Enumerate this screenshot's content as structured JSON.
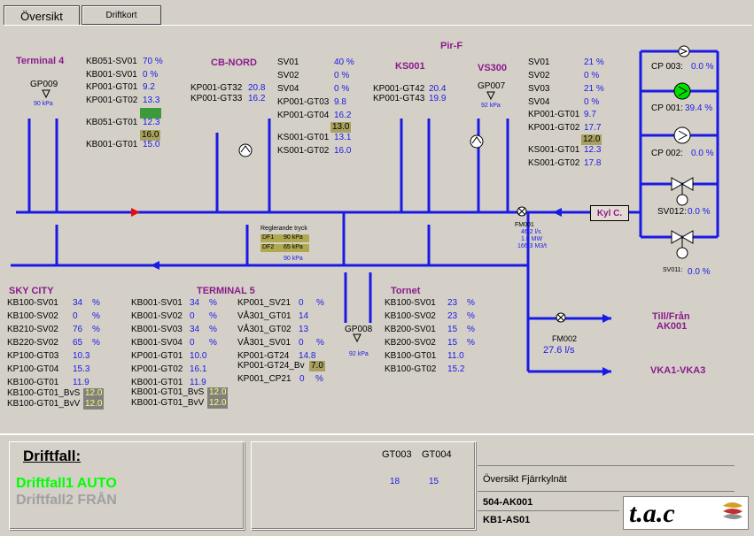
{
  "tabs": {
    "overview": "Översikt",
    "driftkort": "Driftkort"
  },
  "header": {
    "pir": "Pir-F",
    "terminal4": "Terminal 4",
    "cbnord": "CB-NORD",
    "ks001": "KS001",
    "vs300": "VS300",
    "skycity": "SKY CITY",
    "terminal5": "TERMINAL 5",
    "tornet": "Tornet"
  },
  "gauges": {
    "gp009": {
      "name": "GP009",
      "value": "90 kPa"
    },
    "gp007": {
      "name": "GP007",
      "value": "92 kPa"
    },
    "gp008": {
      "name": "GP008",
      "value": "92 kPa"
    }
  },
  "terminal4": {
    "rows": [
      {
        "label": "KB051-SV01",
        "value": "70 %"
      },
      {
        "label": "KB001-SV01",
        "value": "0 %"
      },
      {
        "label": "KP001-GT01",
        "value": "9.2"
      },
      {
        "label": "KP001-GT02",
        "value": "13.3"
      },
      {
        "label": "KB051-GT01",
        "value": "12.3"
      },
      {
        "label": "KB001-GT01",
        "value": "15.0"
      }
    ],
    "sp1": "",
    "sp2": "16.0"
  },
  "cbnord": {
    "rows": [
      {
        "label": "KP001-GT32",
        "value": "20.8"
      },
      {
        "label": "KP001-GT33",
        "value": "16.2"
      }
    ]
  },
  "mid": {
    "rows": [
      {
        "label": "SV01",
        "value": "40 %"
      },
      {
        "label": "SV02",
        "value": "0 %"
      },
      {
        "label": "SV04",
        "value": "0 %"
      },
      {
        "label": "KP001-GT03",
        "value": "9.8"
      },
      {
        "label": "KP001-GT04",
        "value": "16.2"
      },
      {
        "label": "KS001-GT01",
        "value": "13.1"
      },
      {
        "label": "KS001-GT02",
        "value": "16.0"
      }
    ],
    "sp": "13.0"
  },
  "ks001": {
    "rows": [
      {
        "label": "KP001-GT42",
        "value": "20.4"
      },
      {
        "label": "KP001-GT43",
        "value": "19.9"
      }
    ]
  },
  "right": {
    "rows": [
      {
        "label": "SV01",
        "value": "21 %"
      },
      {
        "label": "SV02",
        "value": "0 %"
      },
      {
        "label": "SV03",
        "value": "21 %"
      },
      {
        "label": "SV04",
        "value": "0 %"
      },
      {
        "label": "KP001-GT01",
        "value": "9.7"
      },
      {
        "label": "KP001-GT02",
        "value": "17.7"
      },
      {
        "label": "KS001-GT01",
        "value": "12.3"
      },
      {
        "label": "KS001-GT02",
        "value": "17.8"
      }
    ],
    "sp": "12.0"
  },
  "pumps": {
    "cp003": "CP 003:",
    "cp003v": "0.0 %",
    "cp001": "CP 001:",
    "cp001v": "39.4 %",
    "cp002": "CP 002:",
    "cp002v": "0.0 %",
    "sv012": "SV012:",
    "sv012v": "0.0 %",
    "sv011": "SV011:",
    "sv011v": "0.0 %"
  },
  "kyl": "Kyl C.",
  "fm001": {
    "name": "FM001",
    "l1": "46.2 l/s",
    "l2": "1.0 MW",
    "l3": "166.3 M3/t"
  },
  "fm002": {
    "name": "FM002",
    "value": "27.6 l/s"
  },
  "regl": {
    "title": "Reglerande tryck",
    "df1": "DF1",
    "df1v": "90 kPa",
    "df2": "DF2",
    "df2v": "65 kPa",
    "out": "90 kPa"
  },
  "skycity": {
    "rows": [
      {
        "label": "KB100-SV01",
        "value": "34",
        "unit": "%"
      },
      {
        "label": "KB100-SV02",
        "value": "0",
        "unit": "%"
      },
      {
        "label": "KB210-SV02",
        "value": "76",
        "unit": "%"
      },
      {
        "label": "KB220-SV02",
        "value": "65",
        "unit": "%"
      },
      {
        "label": "KP100-GT03",
        "value": "10.3",
        "unit": ""
      },
      {
        "label": "KP100-GT04",
        "value": "15.3",
        "unit": ""
      },
      {
        "label": "KB100-GT01",
        "value": "11.9",
        "unit": ""
      }
    ],
    "bv1": "KB100-GT01_BvS",
    "bv1v": "12.0",
    "bv2": "KB100-GT01_BvV",
    "bv2v": "12.0"
  },
  "t5a": {
    "rows": [
      {
        "label": "KB001-SV01",
        "value": "34",
        "unit": "%"
      },
      {
        "label": "KB001-SV02",
        "value": "0",
        "unit": "%"
      },
      {
        "label": "KB001-SV03",
        "value": "34",
        "unit": "%"
      },
      {
        "label": "KB001-SV04",
        "value": "0",
        "unit": "%"
      },
      {
        "label": "KP001-GT01",
        "value": "10.0",
        "unit": ""
      },
      {
        "label": "KP001-GT02",
        "value": "16.1",
        "unit": ""
      },
      {
        "label": "KB001-GT01",
        "value": "11.9",
        "unit": ""
      }
    ],
    "bv1": "KB001-GT01_BvS",
    "bv1v": "12.0",
    "bv2": "KB001-GT01_BvV",
    "bv2v": "12.0"
  },
  "t5b": {
    "rows": [
      {
        "label": "KP001_SV21",
        "value": "0",
        "unit": "%"
      },
      {
        "label": "VÅ301_GT01",
        "value": "14",
        "unit": ""
      },
      {
        "label": "VÅ301_GT02",
        "value": "13",
        "unit": ""
      },
      {
        "label": "VÅ301_SV01",
        "value": "0",
        "unit": "%"
      },
      {
        "label": "KP001-GT24",
        "value": "14.8",
        "unit": ""
      }
    ],
    "bv": "KP001-GT24_Bv",
    "bvv": "7.0",
    "cp": "KP001_CP21",
    "cpv": "0",
    "cpu": "%"
  },
  "tornet": {
    "rows": [
      {
        "label": "KB100-SV01",
        "value": "23",
        "unit": "%"
      },
      {
        "label": "KB100-SV02",
        "value": "23",
        "unit": "%"
      },
      {
        "label": "KB200-SV01",
        "value": "15",
        "unit": "%"
      },
      {
        "label": "KB200-SV02",
        "value": "15",
        "unit": "%"
      },
      {
        "label": "KB100-GT01",
        "value": "11.0",
        "unit": ""
      },
      {
        "label": "KB100-GT02",
        "value": "15.2",
        "unit": ""
      }
    ]
  },
  "outlets": {
    "tillfran": "Till/Från",
    "ak001": "AK001",
    "vka": "VKA1-VKA3"
  },
  "bottom": {
    "driftfall": "Driftfall:",
    "df1": "Driftfall1 AUTO",
    "df2": "Driftfall2 FRÅN",
    "gt003": "GT003",
    "gt003v": "18",
    "gt004": "GT004",
    "gt004v": "15",
    "oversikt": "Översikt Fjärrkylnät",
    "code1": "504-AK001",
    "code2": "KB1-AS01",
    "logo": "t.a.c"
  },
  "colors": {
    "pipe": "#1a1ae6",
    "title": "#8b1a8b",
    "active": "#00ff00",
    "inactive": "#a0a0a0"
  }
}
